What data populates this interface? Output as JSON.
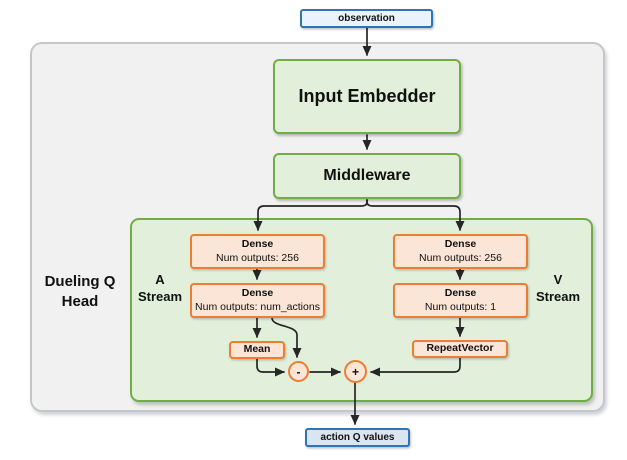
{
  "colors": {
    "outer_fill": "#f1f1f2",
    "outer_border": "#c6c6c8",
    "green_fill": "#e2efda",
    "green_border": "#70ad47",
    "orange_fill": "#fbe5d6",
    "orange_border": "#ed7d31",
    "obs_fill": "#eaf2fb",
    "obs_border": "#2e75b6",
    "action_fill": "#dbe5f1",
    "line": "#262626",
    "text": "#111111"
  },
  "nodes": {
    "observation": {
      "label": "observation"
    },
    "input_embedder": {
      "label": "Input Embedder"
    },
    "middleware": {
      "label": "Middleware"
    },
    "dense_a1": {
      "title": "Dense",
      "subtitle": "Num outputs: 256"
    },
    "dense_a2": {
      "title": "Dense",
      "subtitle": "Num outputs: num_actions"
    },
    "dense_v1": {
      "title": "Dense",
      "subtitle": "Num outputs: 256"
    },
    "dense_v2": {
      "title": "Dense",
      "subtitle": "Num outputs: 1"
    },
    "mean": {
      "label": "Mean"
    },
    "repeat_vector": {
      "label": "RepeatVector"
    },
    "action_q_values": {
      "label": "action Q values"
    }
  },
  "operators": {
    "subtract": {
      "symbol": "-"
    },
    "add": {
      "symbol": "+"
    }
  },
  "labels": {
    "dueling_head": {
      "line1": "Dueling Q",
      "line2": "Head"
    },
    "a_stream": {
      "line1": "A",
      "line2": "Stream"
    },
    "v_stream": {
      "line1": "V",
      "line2": "Stream"
    }
  }
}
